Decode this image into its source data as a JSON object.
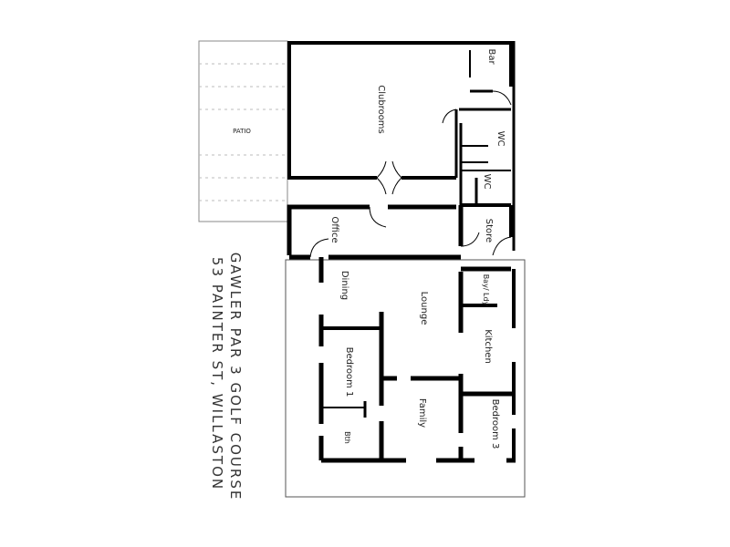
{
  "title": {
    "line1": "GAWLER PAR 3 GOLF COURSE",
    "line2": "53 PAINTER ST, WILLASTON"
  },
  "rooms": {
    "patio": "PATIO",
    "clubrooms": "Clubrooms",
    "bar": "Bar",
    "wc1": "WC",
    "wc2": "WC",
    "store": "Store",
    "office": "Office",
    "dining": "Dining",
    "lounge": "Lounge",
    "laundry": "Bay/ Ldy",
    "kitchen": "Kitchen",
    "bedroom1": "Bedroom 1",
    "bath": "Bth",
    "family": "Family",
    "bedroom3": "Bedroom 3"
  }
}
